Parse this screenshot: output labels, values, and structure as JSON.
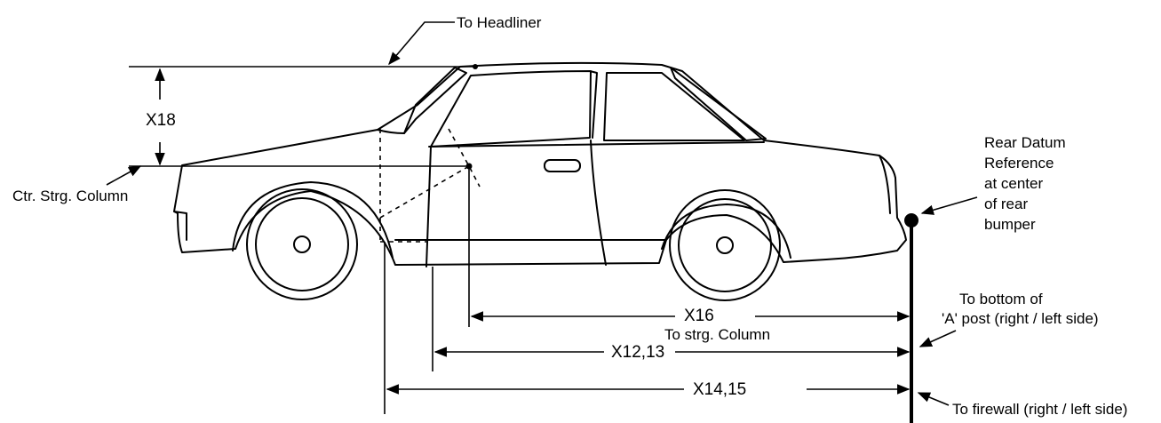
{
  "labels": {
    "headliner": "To Headliner",
    "x18": "X18",
    "ctr_strg_column": "Ctr. Strg. Column",
    "rear_datum": [
      "Rear Datum",
      "Reference",
      "at center",
      "of rear",
      "bumper"
    ],
    "x16": "X16",
    "to_strg_column": "To strg. Column",
    "x12_13": "X12,13",
    "x14_15": "X14,15",
    "a_post": [
      "To bottom of",
      "'A' post (right / left side)"
    ],
    "firewall": "To firewall (right / left side)"
  }
}
